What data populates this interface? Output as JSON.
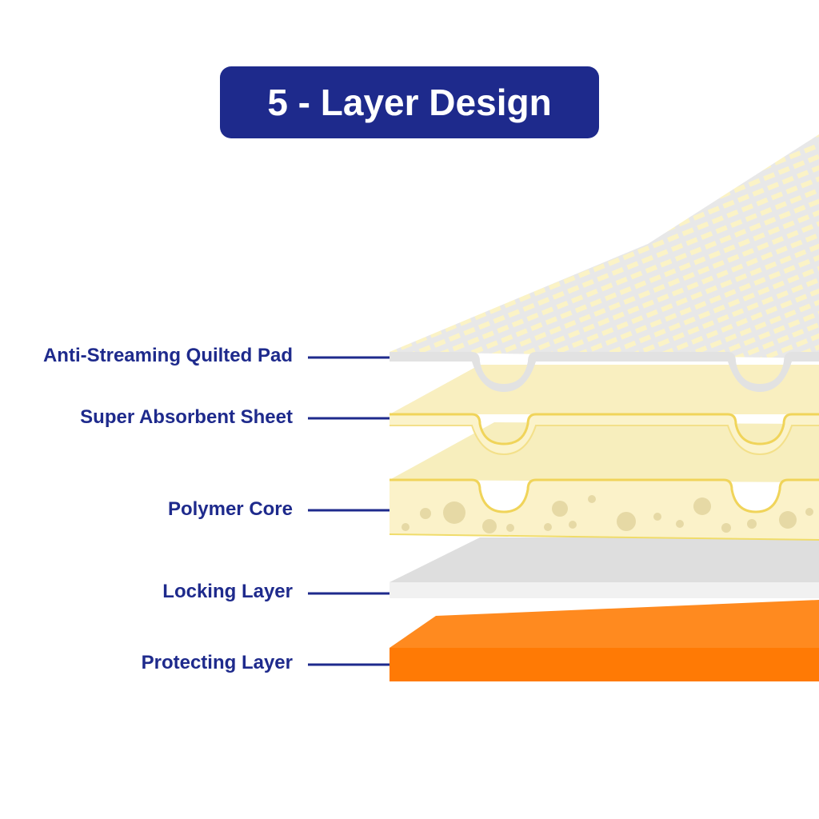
{
  "title": "5 - Layer Design",
  "layers": [
    {
      "label": "Anti-Streaming Quilted Pad"
    },
    {
      "label": "Super Absorbent Sheet"
    },
    {
      "label": "Polymer Core"
    },
    {
      "label": "Locking Layer"
    },
    {
      "label": "Protecting Layer"
    }
  ],
  "colors": {
    "title_background": "#1e2a8c",
    "label_text": "#1e2a8c",
    "quilted_pad": "#e6e6e6",
    "absorbent_sheet": "#faf0c3",
    "polymer_core": "#f8eec0",
    "polymer_granules": "#e3d39a",
    "locking_layer": "#e4e4e4",
    "protecting_layer": "#ff7c0a"
  }
}
